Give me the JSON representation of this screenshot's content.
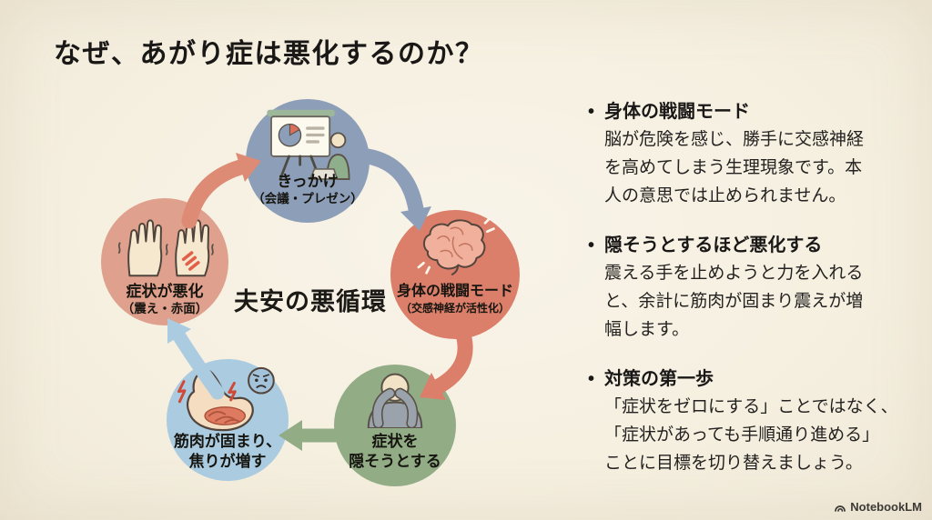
{
  "slide": {
    "title": "なぜ、あがり症は悪化するのか？",
    "background_color": "#f6f0e1"
  },
  "diagram": {
    "center_label": "夫安の悪循環",
    "nodes": [
      {
        "name": "trigger",
        "label": "きっかけ",
        "sublabel": "（会議・プレゼン）",
        "color": "#8d9eb9",
        "icon": "presentation-icon"
      },
      {
        "name": "fight-mode",
        "label": "身体の戦闘モード",
        "sublabel": "（交感神経が活性化）",
        "color": "#db7e6a",
        "icon": "brain-icon"
      },
      {
        "name": "hide-symptoms",
        "label": "症状を\n隠そうとする",
        "sublabel": "",
        "color": "#92ad86",
        "icon": "hiding-face-icon"
      },
      {
        "name": "muscle-tension",
        "label": "筋肉が固まり、\n焦りが増す",
        "sublabel": "",
        "color": "#aacbe0",
        "icon": "flexed-arm-icon"
      },
      {
        "name": "symptoms-worsen",
        "label": "症状が悪化",
        "sublabel": "（震え・赤面）",
        "color": "#dfa08d",
        "icon": "trembling-hands-icon"
      }
    ],
    "arrows": [
      {
        "from": "trigger",
        "to": "fight-mode",
        "color": "#8d9eb9"
      },
      {
        "from": "fight-mode",
        "to": "hide-symptoms",
        "color": "#db7e6a"
      },
      {
        "from": "hide-symptoms",
        "to": "muscle-tension",
        "color": "#92ad86"
      },
      {
        "from": "muscle-tension",
        "to": "symptoms-worsen",
        "color": "#aacbe0"
      },
      {
        "from": "symptoms-worsen",
        "to": "trigger",
        "color": "#dd8b74"
      }
    ]
  },
  "bullets": [
    {
      "heading": "身体の戦闘モード",
      "body": "脳が危険を感じ、勝手に交感神経\nを高めてしまう生理現象です。本\n人の意思では止められません。"
    },
    {
      "heading": "隠そうとするほど悪化する",
      "body": "震える手を止めようと力を入れる\nと、余計に筋肉が固まり震えが増\n幅します。"
    },
    {
      "heading": "対策の第一歩",
      "body": "「症状をゼロにする」ことではなく、\n「症状があっても手順通り進める」\nことに目標を切り替えましょう。"
    }
  ],
  "bullet_marker": "•",
  "footer": {
    "brand": "NotebookLM",
    "icon": "notebooklm-logo-icon"
  }
}
